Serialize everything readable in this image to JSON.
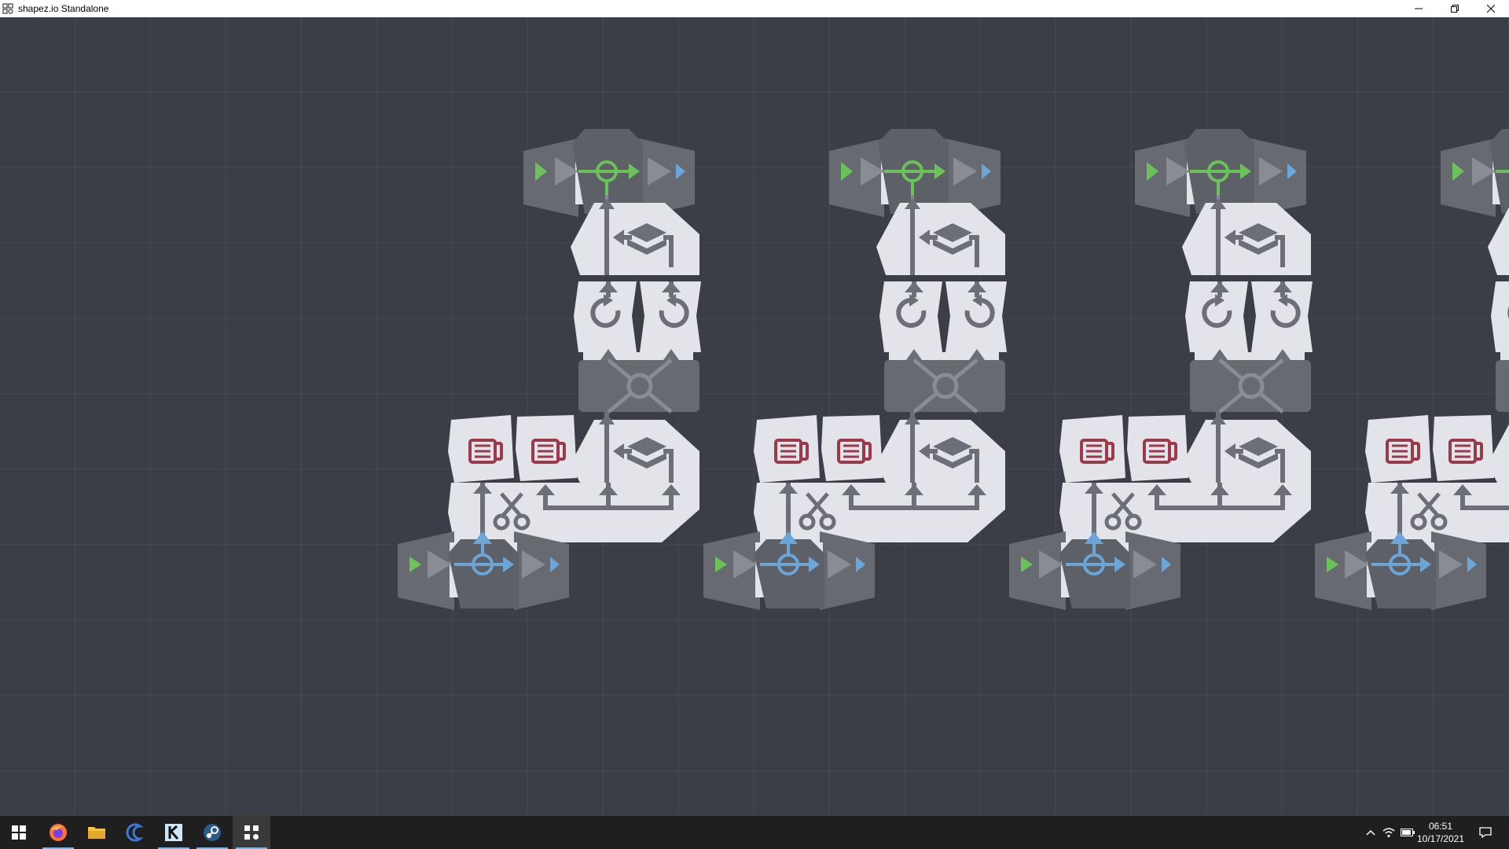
{
  "window": {
    "title": "shapez.io Standalone",
    "icon": "shapez-icon",
    "controls": [
      "minimize-icon",
      "restore-icon",
      "close-icon"
    ]
  },
  "game": {
    "colors": {
      "background": "#3c3e47",
      "building_light": "#e3e4ea",
      "building_dark": "#686a72",
      "glyph": "#6d6f78",
      "output_accent": "#6cc25a",
      "input_accent": "#6ca6d8",
      "painter_accent": "#9a3a4a"
    },
    "modules": [
      {
        "name": "module-1"
      },
      {
        "name": "module-2"
      },
      {
        "name": "module-3"
      },
      {
        "name": "module-4"
      }
    ],
    "buildings_per_module": [
      {
        "type": "belt-output",
        "icon": "play-icon"
      },
      {
        "type": "balancer-output",
        "icon": "merger-icon"
      },
      {
        "type": "stacker",
        "icon": "layers-icon"
      },
      {
        "type": "rotator-cw",
        "icon": "rotate-cw-icon"
      },
      {
        "type": "rotator-ccw",
        "icon": "rotate-ccw-icon"
      },
      {
        "type": "swapper",
        "icon": "crossing-icon"
      },
      {
        "type": "painter",
        "icon": "painter-icon"
      },
      {
        "type": "painter",
        "icon": "painter-icon"
      },
      {
        "type": "stacker",
        "icon": "layers-icon"
      },
      {
        "type": "cutter",
        "icon": "scissors-icon"
      },
      {
        "type": "balancer-input",
        "icon": "splitter-icon"
      },
      {
        "type": "belt-input",
        "icon": "play-icon"
      }
    ]
  },
  "taskbar": {
    "apps": [
      {
        "name": "start-button",
        "icon": "windows-logo-icon"
      },
      {
        "name": "firefox",
        "icon": "firefox-icon",
        "active": true
      },
      {
        "name": "file-explorer",
        "icon": "folder-icon"
      },
      {
        "name": "eclipse",
        "icon": "eclipse-icon"
      },
      {
        "name": "app-k",
        "icon": "k-app-icon",
        "active": true
      },
      {
        "name": "steam",
        "icon": "steam-icon",
        "active": true
      },
      {
        "name": "shapez",
        "icon": "shapez-icon",
        "active": true,
        "current": true
      }
    ],
    "tray_icons": [
      "chevron-up-icon",
      "wifi-icon",
      "battery-icon",
      "notification-icon"
    ],
    "time": "06:51",
    "date": "10/17/2021"
  }
}
